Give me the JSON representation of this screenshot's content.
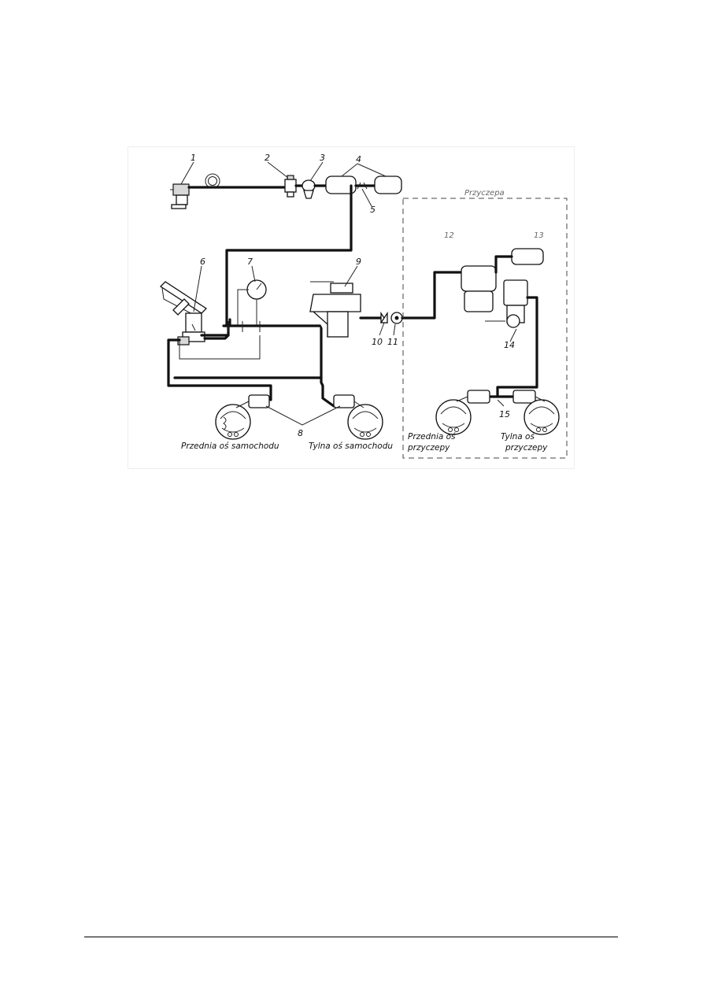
{
  "diagram": {
    "part_numbers": [
      "1",
      "2",
      "3",
      "4",
      "5",
      "6",
      "7",
      "8",
      "9",
      "10",
      "11",
      "12",
      "13",
      "14",
      "15"
    ],
    "trailer_label": "Przyczepa",
    "captions": {
      "front_axle_vehicle": "Przednia oś samochodu",
      "rear_axle_vehicle": "Tylna oś samochodu",
      "front_axle_trailer_1": "Przednia oś",
      "front_axle_trailer_2": "przyczepy",
      "rear_axle_trailer_1": "Tylna oś",
      "rear_axle_trailer_2": "przyczepy"
    }
  }
}
